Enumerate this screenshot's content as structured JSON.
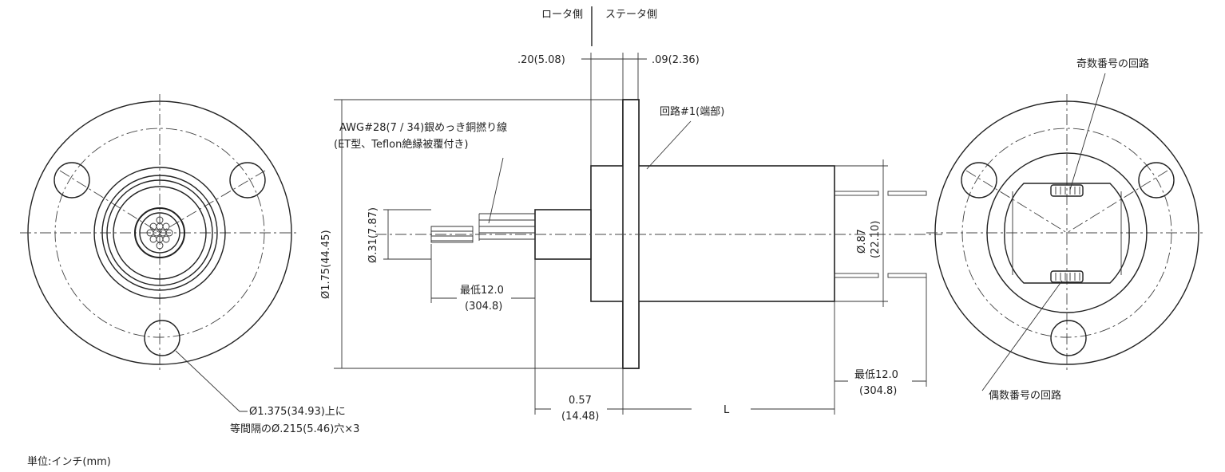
{
  "labels": {
    "rotor_side": "ロータ側",
    "stator_side": "ステータ側",
    "dim_rotor_flange": ".20(5.08)",
    "dim_stator_flange": ".09(2.36)",
    "circuit1": "回路#1(端部)",
    "wire_line1": "AWG#28(7 / 34)銀めっき銅撚り線",
    "wire_line2": "(ET型、Teflon絶縁被覆付き)",
    "dim_flange_dia": "Ø1.75(44.45)",
    "dim_shaft_dia": "Ø.31(7.87)",
    "dim_body_dia_in": "Ø.87",
    "dim_body_dia_mm": "(22.10)",
    "min_lead_left_in": "最低12.0",
    "min_lead_left_mm": "(304.8)",
    "min_lead_right_in": "最低12.0",
    "min_lead_right_mm": "(304.8)",
    "dim_shaft_len_in": "0.57",
    "dim_shaft_len_mm": "(14.48)",
    "dim_length": "L",
    "odd_circuits": "奇数番号の回路",
    "even_circuits": "偶数番号の回路",
    "holes_line1": "Ø1.375(34.93)上に",
    "holes_line2": "等間隔のØ.215(5.46)穴×3",
    "units": "単位:インチ(mm)"
  }
}
